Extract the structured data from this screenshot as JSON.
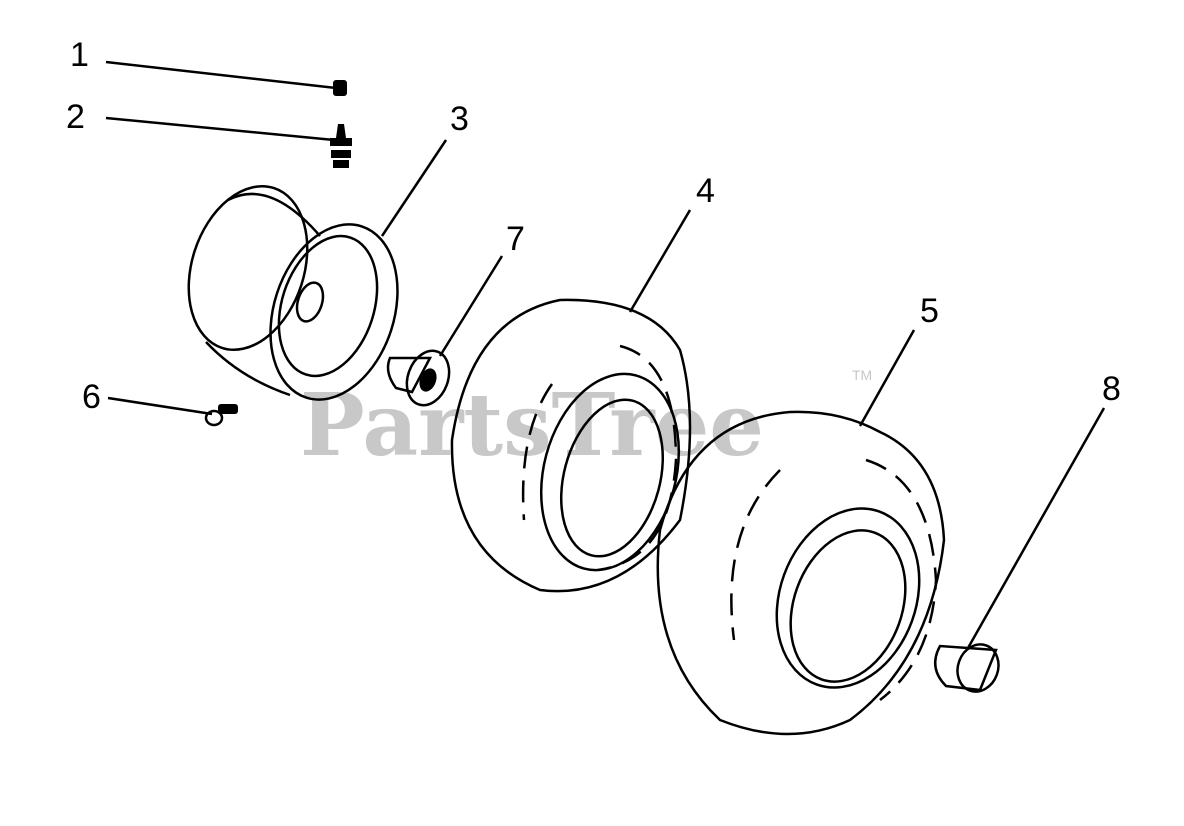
{
  "watermark": {
    "text": "PartsTree",
    "trademark": "TM"
  },
  "callouts": [
    {
      "label": "1",
      "icon": "valve-cap-icon"
    },
    {
      "label": "2",
      "icon": "valve-stem-icon"
    },
    {
      "label": "3",
      "icon": "wheel-rim-icon"
    },
    {
      "label": "4",
      "icon": "front-tire-icon"
    },
    {
      "label": "5",
      "icon": "rear-tire-icon"
    },
    {
      "label": "6",
      "icon": "grease-fitting-icon"
    },
    {
      "label": "7",
      "icon": "flange-bushing-icon"
    },
    {
      "label": "8",
      "icon": "bearing-sleeve-icon"
    }
  ]
}
